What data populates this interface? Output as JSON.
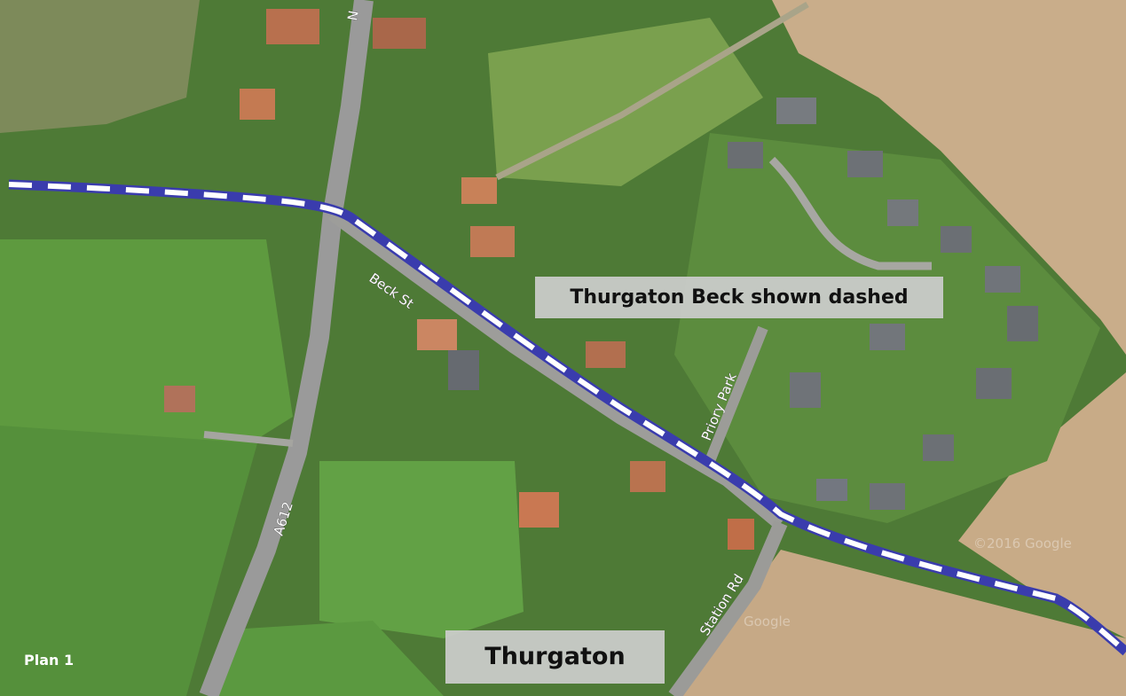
{
  "map": {
    "title_label": "Thurgaton Beck shown dashed",
    "place_label": "Thurgaton",
    "plan_label": "Plan 1",
    "watermark": "©2016 Google",
    "watermark_partial": "Google",
    "roads": {
      "beck_st": "Beck St",
      "a612": "A612",
      "priory_park": "Priory Park",
      "station_rd": "Station Rd",
      "north_road_partial": "N"
    },
    "colors": {
      "beck_line": "#3a3cad",
      "beck_dash": "#ffffff",
      "field_green": "#4f8f3c",
      "ploughed_field": "#c9ad8a",
      "road": "#9a9a9a"
    }
  }
}
